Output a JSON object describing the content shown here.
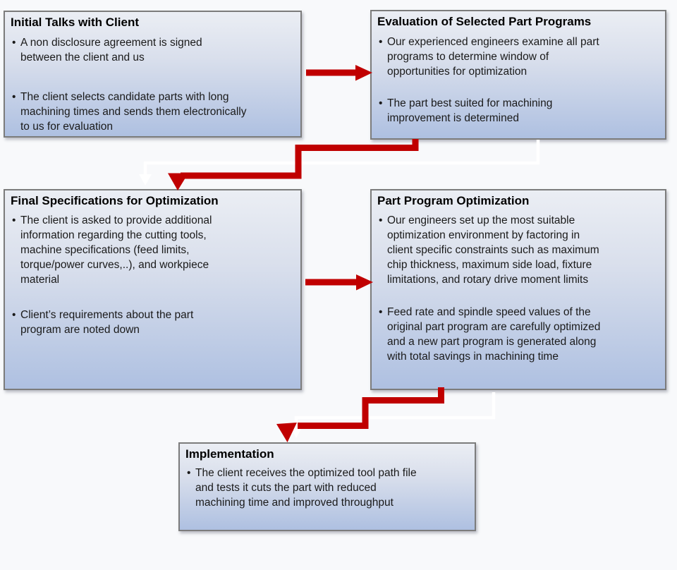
{
  "diagram": {
    "bullet_char": "•",
    "colors": {
      "arrow_red": "#C00000",
      "connector_ghost": "#FFFFFF",
      "box_border": "#7C7C7C",
      "box_gradient_top": "#EBEEF4",
      "box_gradient_bottom": "#AEC0E1",
      "page_background": "#F8F9FB",
      "text": "#1A1A1A"
    },
    "boxes": [
      {
        "title": "Initial Talks with Client",
        "bullets": [
          "A non disclosure agreement is signed\nbetween the client and us",
          "The client selects candidate parts with long\nmachining times and sends them electronically\nto us for evaluation"
        ]
      },
      {
        "title": "Evaluation of Selected Part Programs",
        "bullets": [
          "Our experienced engineers examine all part\nprograms to determine window of\nopportunities for optimization",
          "The part best suited for machining\nimprovement is determined"
        ]
      },
      {
        "title": "Final Specifications for Optimization",
        "bullets": [
          "The client is asked to provide additional\ninformation regarding the cutting tools,\nmachine specifications (feed limits,\ntorque/power curves,..), and workpiece\nmaterial",
          "Client’s requirements about the part\nprogram are noted down"
        ]
      },
      {
        "title": "Part Program Optimization",
        "bullets": [
          "Our engineers set up the most suitable\noptimization environment by factoring in\nclient specific constraints such as maximum\nchip thickness, maximum side load, fixture\nlimitations, and rotary drive moment limits",
          "Feed rate and spindle speed values of the\noriginal part program are carefully optimized\nand a new part program is generated along\nwith total savings in machining time"
        ]
      },
      {
        "title": "Implementation",
        "bullets": [
          "The client receives the optimized tool path file\nand tests it cuts the part with reduced\nmachining time and improved throughput"
        ]
      }
    ]
  }
}
